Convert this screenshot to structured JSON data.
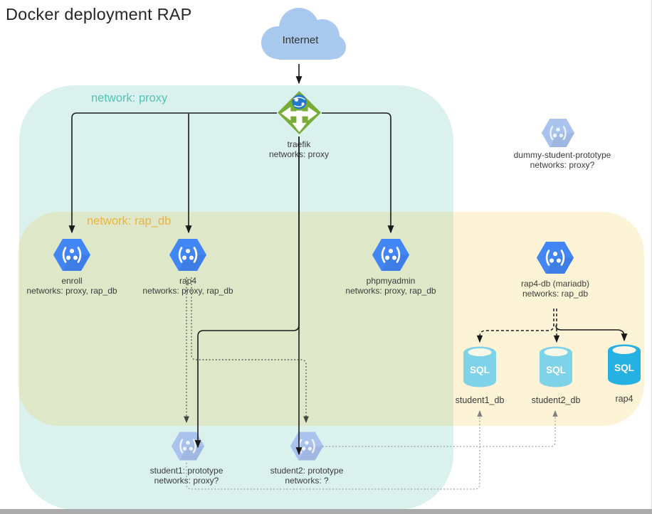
{
  "title": "Docker deployment RAP",
  "groups": {
    "proxy": {
      "label": "network: proxy",
      "color": "#55c2b6"
    },
    "rap_db": {
      "label": "network: rap_db",
      "color": "#eab43c"
    }
  },
  "nodes": {
    "internet": {
      "label": "Internet"
    },
    "traefik": {
      "name": "traefik",
      "networks": "networks: proxy"
    },
    "enroll": {
      "name": "enroll",
      "networks": "networks: proxy, rap_db"
    },
    "rap4": {
      "name": "rap4",
      "networks": "networks: proxy, rap_db"
    },
    "phpmyadmin": {
      "name": "phpmyadmin",
      "networks": "networks: proxy, rap_db"
    },
    "rap4_db": {
      "name": "rap4-db (mariadb)",
      "networks": "networks: rap_db"
    },
    "dummy_student": {
      "name": "dummy-student-prototype",
      "networks": "networks: proxy?"
    },
    "student1": {
      "name": "student1: prototype",
      "networks": "networks: proxy?"
    },
    "student2": {
      "name": "student2: prototype",
      "networks": "networks: ?"
    }
  },
  "databases": {
    "student1_db": {
      "label": "student1_db",
      "icon_text": "SQL"
    },
    "student2_db": {
      "label": "student2_db",
      "icon_text": "SQL"
    },
    "rap4": {
      "label": "rap4",
      "icon_text": "SQL"
    }
  },
  "colors": {
    "container_blue": "#4285f4",
    "container_faded": "#a9c2ee",
    "traefik_green": "#76ad36",
    "cloud_blue": "#a9c9ee",
    "sql_light": "#7fd3e8",
    "sql_bright": "#25b1e2"
  }
}
